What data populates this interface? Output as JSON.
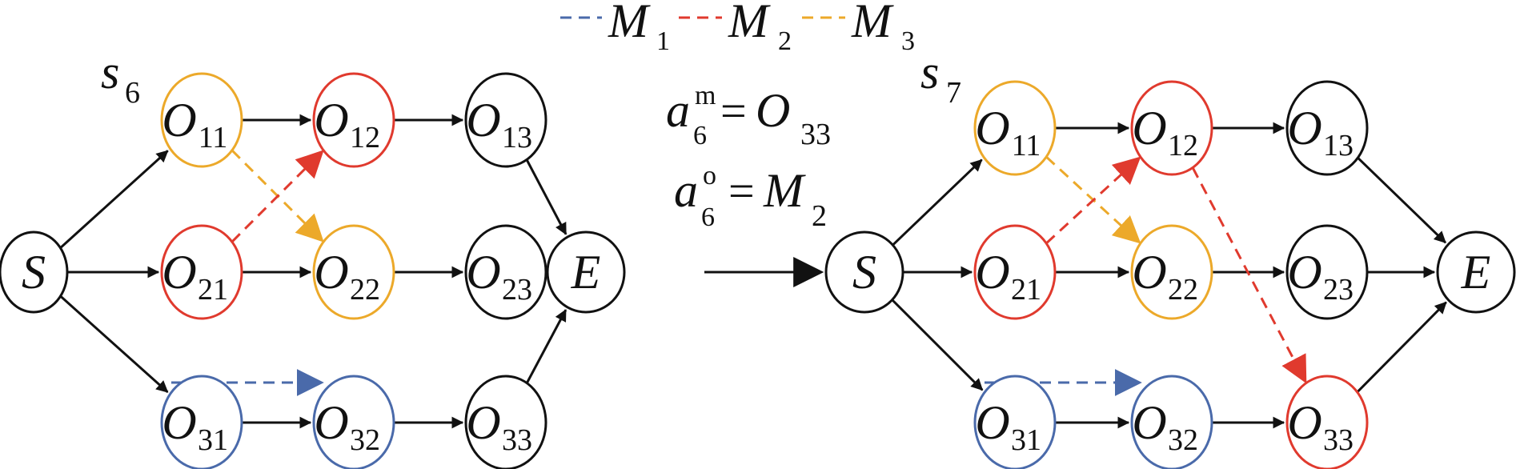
{
  "colors": {
    "black": "#111111",
    "m1": "#4a6aaa",
    "m2": "#e03a2e",
    "m3": "#eca92a"
  },
  "legend": [
    {
      "letter": "M",
      "sub": "1",
      "color": "m1"
    },
    {
      "letter": "M",
      "sub": "2",
      "color": "m2"
    },
    {
      "letter": "M",
      "sub": "3",
      "color": "m3"
    }
  ],
  "left": {
    "state_letter": "s",
    "state_sub": "6",
    "nodes": {
      "S": {
        "letter": "S",
        "sub": "",
        "color": "black"
      },
      "O11": {
        "letter": "O",
        "sub": "11",
        "color": "m3"
      },
      "O12": {
        "letter": "O",
        "sub": "12",
        "color": "m2"
      },
      "O13": {
        "letter": "O",
        "sub": "13",
        "color": "black"
      },
      "O21": {
        "letter": "O",
        "sub": "21",
        "color": "m2"
      },
      "O22": {
        "letter": "O",
        "sub": "22",
        "color": "m3"
      },
      "O23": {
        "letter": "O",
        "sub": "23",
        "color": "black"
      },
      "O31": {
        "letter": "O",
        "sub": "31",
        "color": "m1"
      },
      "O32": {
        "letter": "O",
        "sub": "32",
        "color": "m1"
      },
      "O33": {
        "letter": "O",
        "sub": "33",
        "color": "black"
      },
      "E": {
        "letter": "E",
        "sub": "",
        "color": "black"
      }
    },
    "machine_edges": [
      {
        "from": "O11",
        "to": "O22",
        "color": "m3"
      },
      {
        "from": "O21",
        "to": "O12",
        "color": "m2"
      },
      {
        "from": "O31",
        "to": "O32",
        "color": "m1"
      }
    ]
  },
  "right": {
    "state_letter": "s",
    "state_sub": "7",
    "nodes": {
      "S": {
        "letter": "S",
        "sub": "",
        "color": "black"
      },
      "O11": {
        "letter": "O",
        "sub": "11",
        "color": "m3"
      },
      "O12": {
        "letter": "O",
        "sub": "12",
        "color": "m2"
      },
      "O13": {
        "letter": "O",
        "sub": "13",
        "color": "black"
      },
      "O21": {
        "letter": "O",
        "sub": "21",
        "color": "m2"
      },
      "O22": {
        "letter": "O",
        "sub": "22",
        "color": "m3"
      },
      "O23": {
        "letter": "O",
        "sub": "23",
        "color": "black"
      },
      "O31": {
        "letter": "O",
        "sub": "31",
        "color": "m1"
      },
      "O32": {
        "letter": "O",
        "sub": "32",
        "color": "m1"
      },
      "O33": {
        "letter": "O",
        "sub": "33",
        "color": "m2"
      },
      "E": {
        "letter": "E",
        "sub": "",
        "color": "black"
      }
    },
    "machine_edges": [
      {
        "from": "O11",
        "to": "O22",
        "color": "m3"
      },
      {
        "from": "O21",
        "to": "O12",
        "color": "m2"
      },
      {
        "from": "O12",
        "to": "O33",
        "color": "m2"
      },
      {
        "from": "O31",
        "to": "O32",
        "color": "m1"
      }
    ]
  },
  "action_m": {
    "letter": "a",
    "sup": "m",
    "sub": "6",
    "eq": "=",
    "value_letter": "O",
    "value_sub": "33"
  },
  "action_o": {
    "letter": "a",
    "sup": "o",
    "sub": "6",
    "eq": "=",
    "value_letter": "M",
    "value_sub": "2"
  }
}
